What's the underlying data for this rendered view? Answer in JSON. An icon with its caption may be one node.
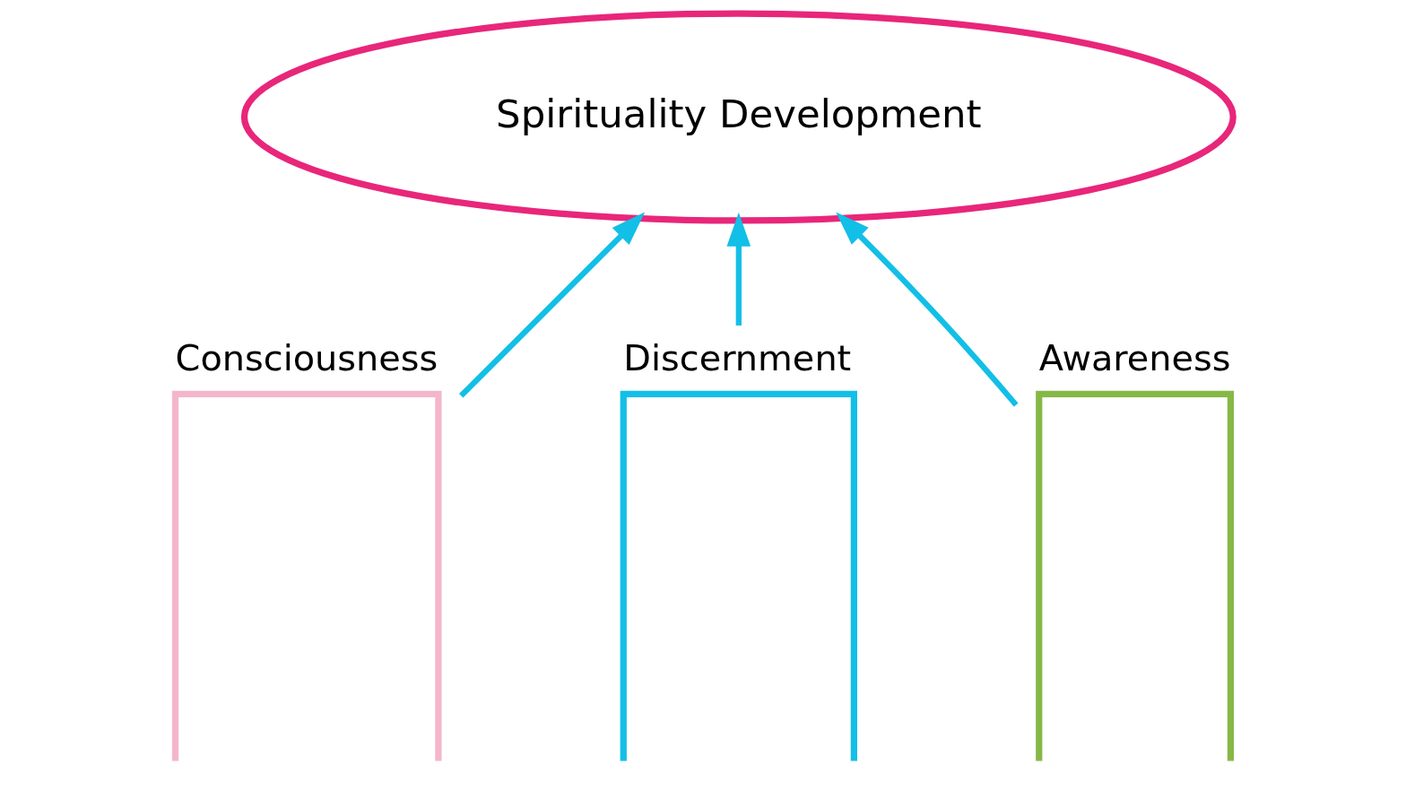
{
  "diagram": {
    "nodes": [
      {
        "text": [
          "Spirituality Development"
        ]
      },
      {
        "text": [
          "Consciousness"
        ]
      },
      {
        "text": [
          "Discernment"
        ]
      },
      {
        "text": [
          "Awareness"
        ]
      }
    ],
    "edges": [
      {
        "from": 1,
        "to": 0,
        "arrow": "to"
      },
      {
        "from": 2,
        "to": 0,
        "arrow": "to"
      },
      {
        "from": 3,
        "to": 0,
        "arrow": "to"
      }
    ]
  }
}
